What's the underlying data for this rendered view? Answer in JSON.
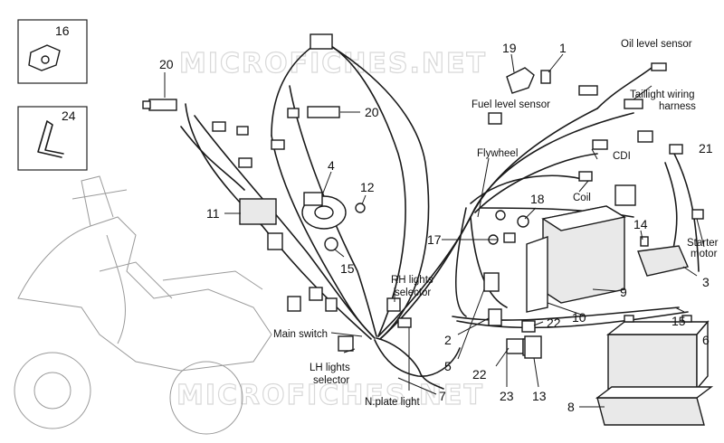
{
  "watermark": "MICROFICHES.NET",
  "callouts": {
    "n1": "1",
    "n2": "2",
    "n3": "3",
    "n4": "4",
    "n5": "5",
    "n6": "6",
    "n7": "7",
    "n8": "8",
    "n9": "9",
    "n10": "10",
    "n11": "11",
    "n12": "12",
    "n13": "13",
    "n14": "14",
    "n15a": "15",
    "n15b": "15",
    "n16": "16",
    "n17": "17",
    "n18": "18",
    "n19": "19",
    "n20a": "20",
    "n20b": "20",
    "n21": "21",
    "n22a": "22",
    "n22b": "22",
    "n23": "23",
    "n24": "24"
  },
  "labels": {
    "oil_level_sensor": "Oil level sensor",
    "taillight_wiring_1": "Taillight wiring",
    "taillight_wiring_2": "harness",
    "fuel_level_sensor": "Fuel level sensor",
    "flywheel": "Flywheel",
    "cdi": "CDI",
    "coil": "Coil",
    "starter_motor_1": "Starter",
    "starter_motor_2": "motor",
    "rh_lights_1": "RH lights",
    "rh_lights_2": "selector",
    "main_switch": "Main switch",
    "lh_lights_1": "LH lights",
    "lh_lights_2": "selector",
    "nplate_light": "N.plate light"
  }
}
